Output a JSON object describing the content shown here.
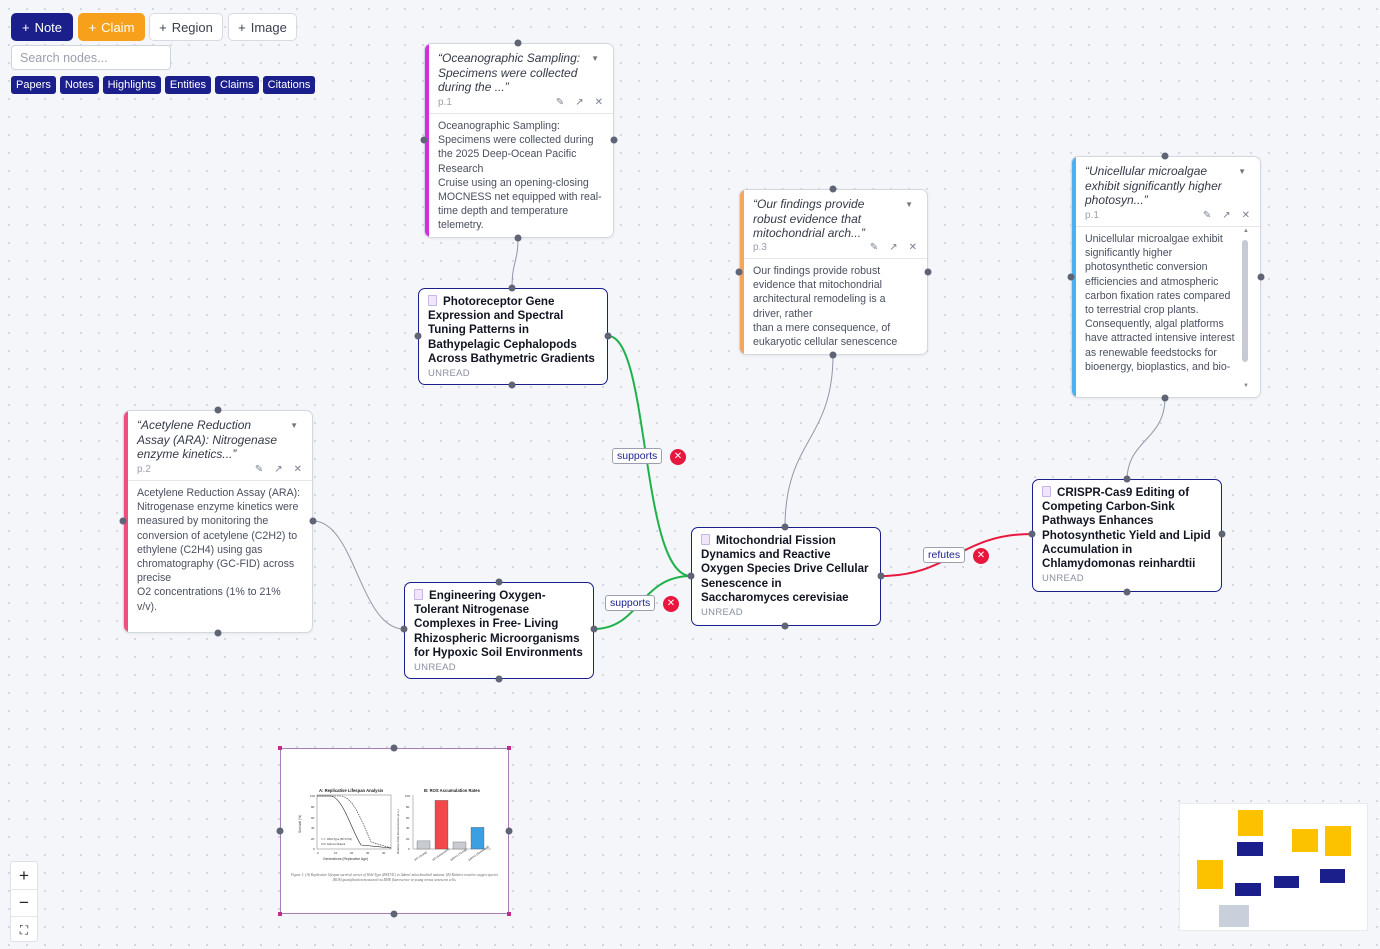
{
  "toolbar": {
    "note_label": "Note",
    "claim_label": "Claim",
    "region_label": "Region",
    "image_label": "Image",
    "plus": "+"
  },
  "search": {
    "placeholder": "Search nodes..."
  },
  "filters": [
    "Papers",
    "Notes",
    "Highlights",
    "Entities",
    "Claims",
    "Citations"
  ],
  "notes": {
    "n1": {
      "quote": "“Oceanographic Sampling: Specimens were collected during the ...”",
      "page": "p.1",
      "body": "Oceanographic Sampling: Specimens were collected during the 2025 Deep-Ocean Pacific Research\nCruise using an opening-closing MOCNESS net equipped with real-time depth and temperature telemetry."
    },
    "n2": {
      "quote": "“Our findings provide robust evidence that mitochondrial arch...”",
      "page": "p.3",
      "body": "Our findings provide robust evidence that mitochondrial architectural remodeling is a driver, rather\nthan a mere consequence, of eukaryotic cellular senescence"
    },
    "n3": {
      "quote": "“Unicellular microalgae exhibit significantly higher photosyn...”",
      "page": "p.1",
      "body": "Unicellular microalgae exhibit significantly higher photosynthetic conversion efficiencies and atmospheric carbon fixation rates compared to terrestrial crop plants. Consequently, algal platforms have attracted intensive interest as renewable feedstocks for bioenergy, bioplastics, and bio-"
    },
    "n4": {
      "quote": "“Acetylene Reduction Assay (ARA): Nitrogenase enzyme kinetics...”",
      "page": "p.2",
      "body": "Acetylene Reduction Assay (ARA): Nitrogenase enzyme kinetics were measured by monitoring the\nconversion of acetylene (C2H2) to ethylene (C2H4) using gas chromatography (GC-FID) across precise\nO2 concentrations (1% to 21% v/v)."
    }
  },
  "papers": {
    "p1": {
      "title": "Photoreceptor Gene Expression and Spectral Tuning Patterns in Bathypelagic Cephalopods Across Bathymetric Gradients",
      "status": "UNREAD"
    },
    "p2": {
      "title": "Engineering Oxygen-Tolerant Nitrogenase Complexes in Free- Living Rhizospheric Microorganisms for Hypoxic Soil Environments",
      "status": "UNREAD"
    },
    "p3": {
      "title": "Mitochondrial Fission Dynamics and Reactive Oxygen Species Drive Cellular Senescence in Saccharomyces cerevisiae",
      "status": "UNREAD"
    },
    "p4": {
      "title": "CRISPR-Cas9 Editing of Competing Carbon-Sink Pathways Enhances Photosynthetic Yield and Lipid Accumulation in Chlamydomonas reinhardtii",
      "status": "UNREAD"
    }
  },
  "edges": {
    "e1": "supports",
    "e2": "supports",
    "e3": "refutes",
    "delete": "✕"
  },
  "figure": {
    "panel_a_title": "A: Replicative Lifespan Analysis",
    "panel_b_title": "B: ROS Accumulation Rates",
    "a_ylabel": "Survival (%)",
    "a_xlabel": "Generations (Replicative Age)",
    "a_legend": [
      "Wild-Type (BY4741)",
      "Δdnm1 Mutant"
    ],
    "a_yticks": [
      "100",
      "80",
      "60",
      "40",
      "20",
      "0"
    ],
    "a_xticks": [
      "0",
      "10",
      "20",
      "30",
      "40"
    ],
    "b_ylabel": "Relative DHE Fluorescence (a.u.)",
    "b_yticks": [
      "100",
      "80",
      "60",
      "40",
      "20",
      "0"
    ],
    "b_bars": [
      {
        "label": "WT (Young)",
        "value": 15,
        "color": "#c8ccd2"
      },
      {
        "label": "WT (Senescent)",
        "value": 90,
        "color": "#f2474b"
      },
      {
        "label": "Δdnm1 (Young)",
        "value": 13,
        "color": "#c8ccd2"
      },
      {
        "label": "Δdnm1 (Senescent)",
        "value": 40,
        "color": "#3aa0e2"
      }
    ],
    "caption": "Figure 1: (A) Replicative lifespan survival curves of Wild-Type (BY4741) vs Δdnm1 mitochondrial mutants. (B) Relative reactive oxygen species (ROS) quantification measured via DHE fluorescence in young versus senescent cells."
  },
  "zoom": {
    "in": "+",
    "out": "−",
    "fit": "⛶"
  },
  "colors": {
    "brand": "#1a1f8c",
    "claim": "#f7a01b",
    "accent_magenta": "#d42ee0",
    "accent_orange": "#f4a65b",
    "accent_blue": "#4db0f0",
    "accent_pink": "#ef4f7e",
    "supports": "#1fb14a",
    "refutes": "#e8173d"
  }
}
